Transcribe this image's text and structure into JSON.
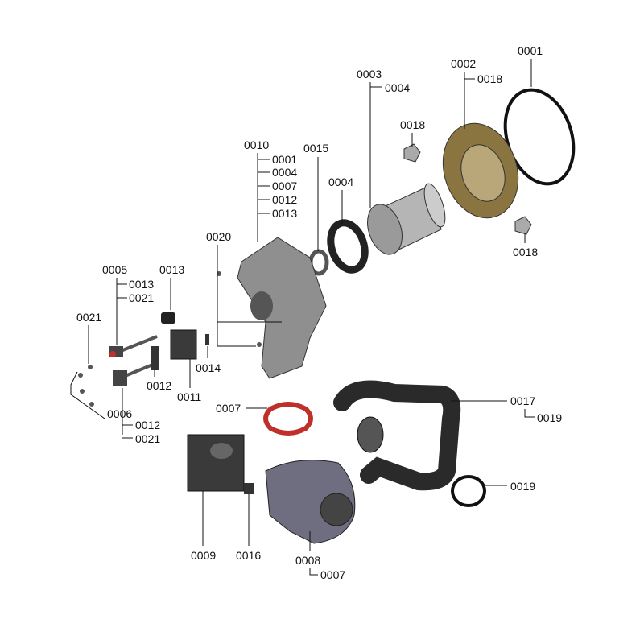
{
  "labels": {
    "l0001a": "0001",
    "l0002": "0002",
    "l0018a": "0018",
    "l0003": "0003",
    "l0004a": "0004",
    "l0018b": "0018",
    "l0010": "0010",
    "l0001b": "0001",
    "l0004b": "0004",
    "l0007a": "0007",
    "l0012a": "0012",
    "l0013a": "0013",
    "l0015": "0015",
    "l0004c": "0004",
    "l0020": "0020",
    "l0018c": "0018",
    "l0005": "0005",
    "l0013b": "0013",
    "l0021a": "0021",
    "l0013c": "0013",
    "l0021b": "0021",
    "l0014": "0014",
    "l0012b": "0012",
    "l0011": "0011",
    "l0006": "0006",
    "l0012c": "0012",
    "l0021c": "0021",
    "l0007b": "0007",
    "l0017": "0017",
    "l0019a": "0019",
    "l0019b": "0019",
    "l0009": "0009",
    "l0016": "0016",
    "l0008": "0008",
    "l0007c": "0007"
  },
  "colors": {
    "burner_ring": "#8a7440",
    "gasket_red": "#c0302a",
    "metal": "#9a9a9a",
    "dark": "#2a2a2a",
    "fan": "#6e6e80"
  }
}
